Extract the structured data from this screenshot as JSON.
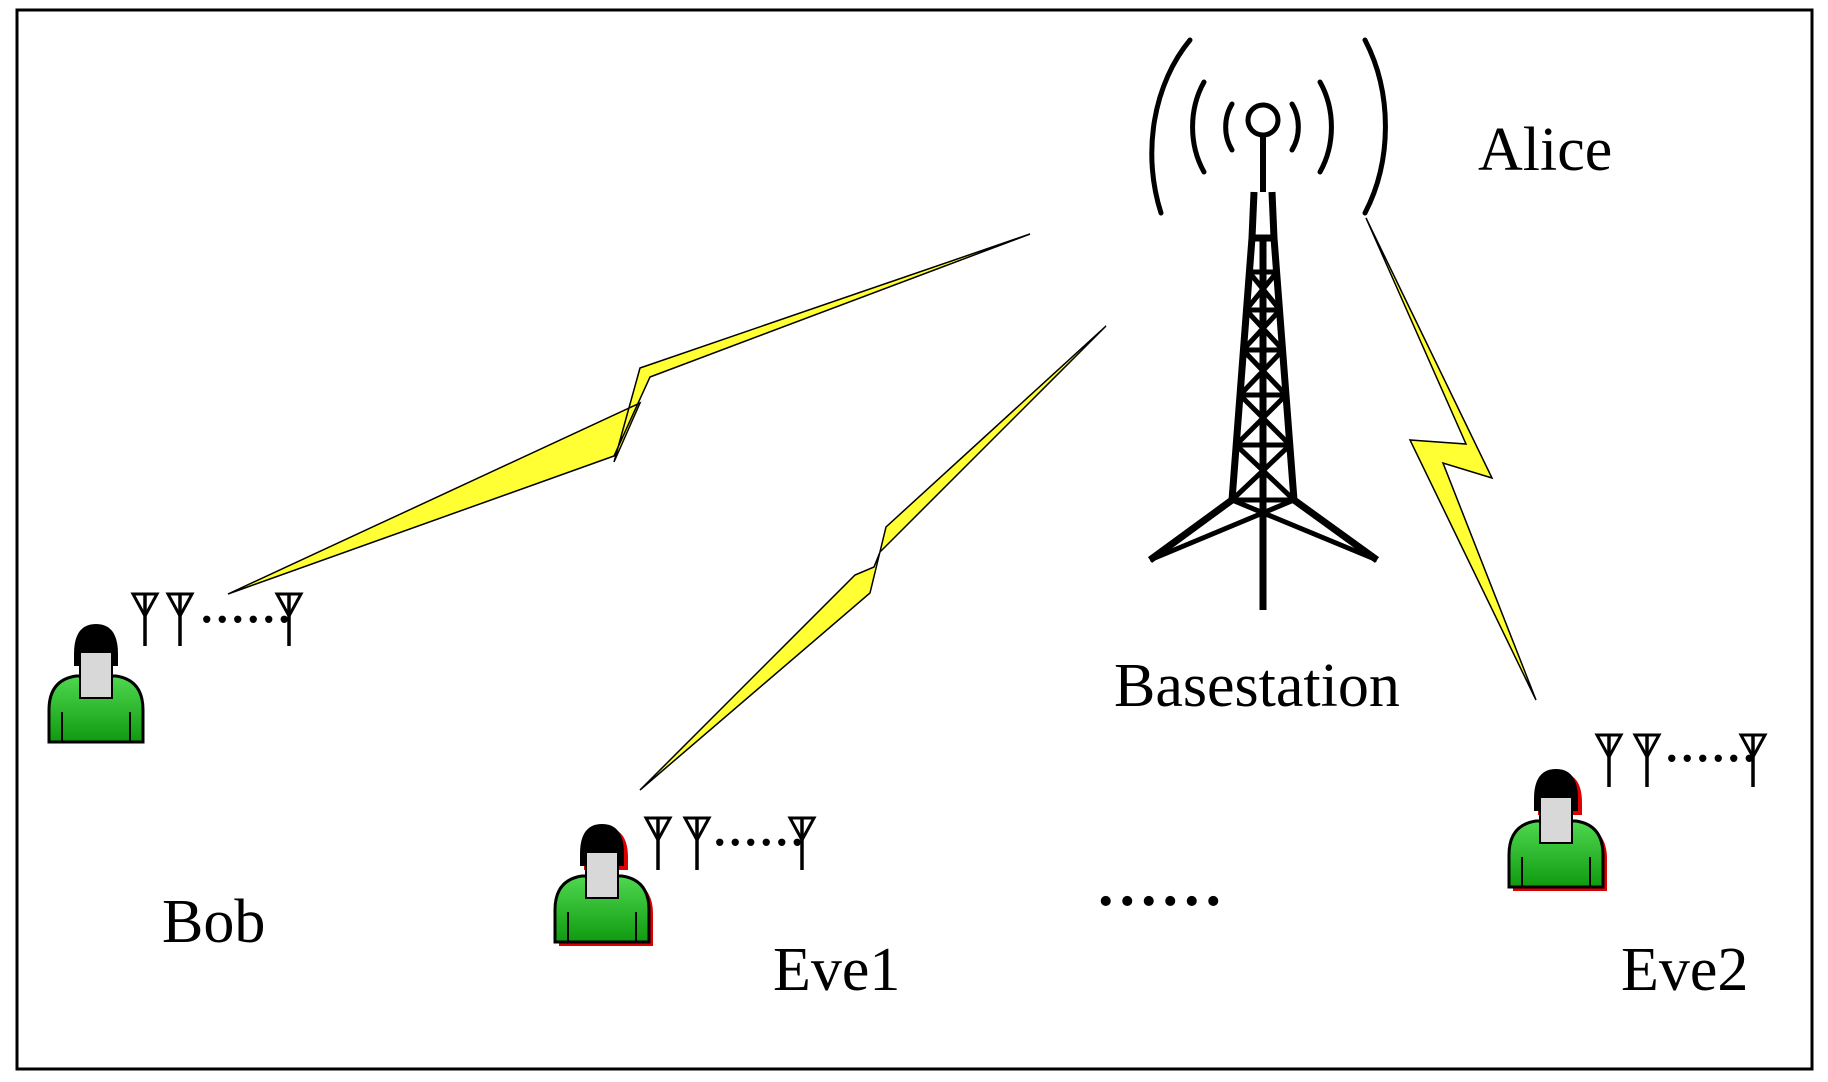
{
  "diagram": {
    "labels": {
      "alice": "Alice",
      "basestation": "Basestation",
      "bob": "Bob",
      "eve1": "Eve1",
      "eve2": "Eve2",
      "antenna_dots": "......",
      "more_eves": "......"
    },
    "nodes": [
      {
        "id": "basestation",
        "icon": "radio-tower-icon"
      },
      {
        "id": "bob",
        "icon": "user-icon",
        "outline": "none"
      },
      {
        "id": "eve1",
        "icon": "user-icon",
        "outline": "red"
      },
      {
        "id": "eve2",
        "icon": "user-icon",
        "outline": "red"
      }
    ],
    "links": [
      {
        "from": "basestation",
        "to": "bob",
        "style": "lightning-bolt"
      },
      {
        "from": "basestation",
        "to": "eve1",
        "style": "lightning-bolt"
      },
      {
        "from": "basestation",
        "to": "eve2",
        "style": "lightning-bolt"
      }
    ],
    "colors": {
      "link": "#ffff33",
      "user_body": "#22bb22",
      "eve_outline": "#dd0000",
      "tower": "#000000"
    }
  }
}
